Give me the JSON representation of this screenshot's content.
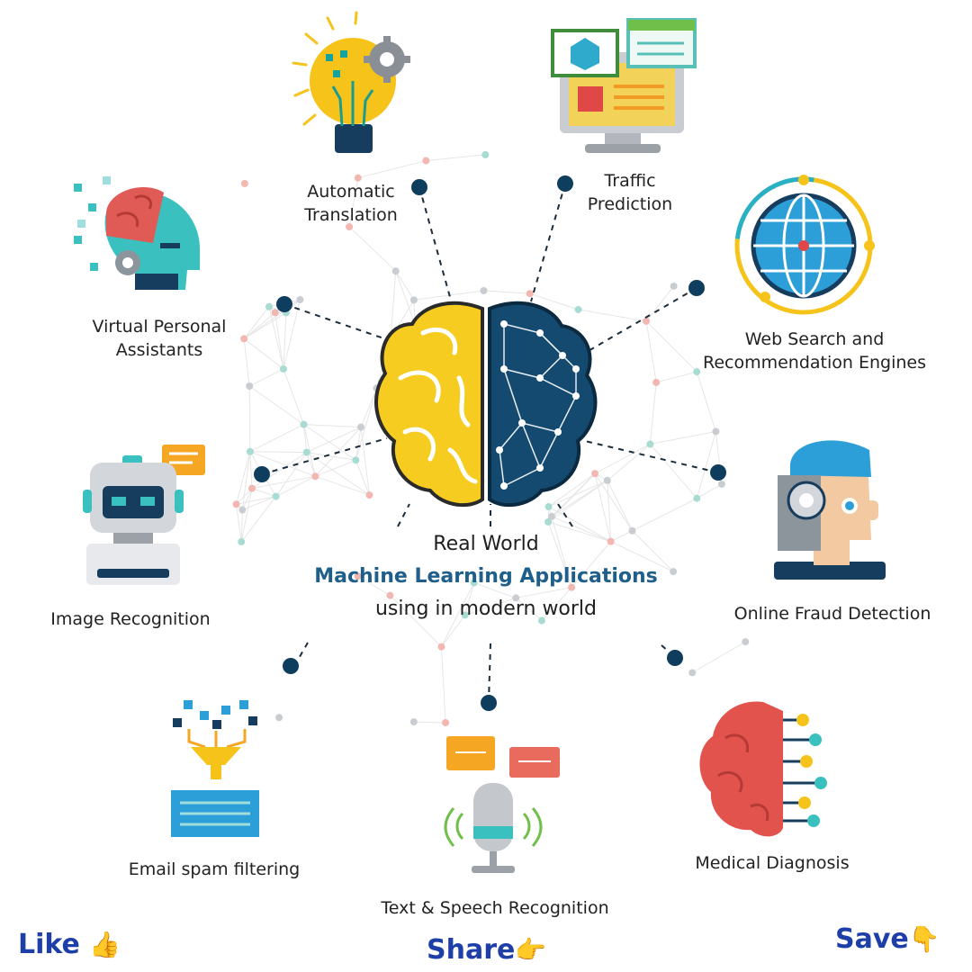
{
  "center": {
    "line1": "Real World",
    "line2": "Machine Learning Applications",
    "line3": "using in modern world"
  },
  "applications": {
    "automatic_translation": [
      "Automatic",
      "Translation"
    ],
    "traffic_prediction": [
      "Traffic",
      "Prediction"
    ],
    "virtual_assistants": [
      "Virtual Personal",
      "Assistants"
    ],
    "web_search": [
      "Web Search and",
      "Recommendation Engines"
    ],
    "image_recognition": "Image Recognition",
    "online_fraud": "Online Fraud Detection",
    "email_spam": "Email spam filtering",
    "text_speech": "Text & Speech Recognition",
    "medical_diagnosis": "Medical Diagnosis"
  },
  "actions": {
    "like": "Like",
    "like_icon": "👍",
    "share": "Share",
    "share_icon": "👉",
    "save": "Save",
    "save_icon": "👇"
  },
  "colors": {
    "brain_left": "#f5cc1f",
    "brain_right": "#154a70",
    "node": "#0f3d5e",
    "cta": "#1e3fa8"
  }
}
